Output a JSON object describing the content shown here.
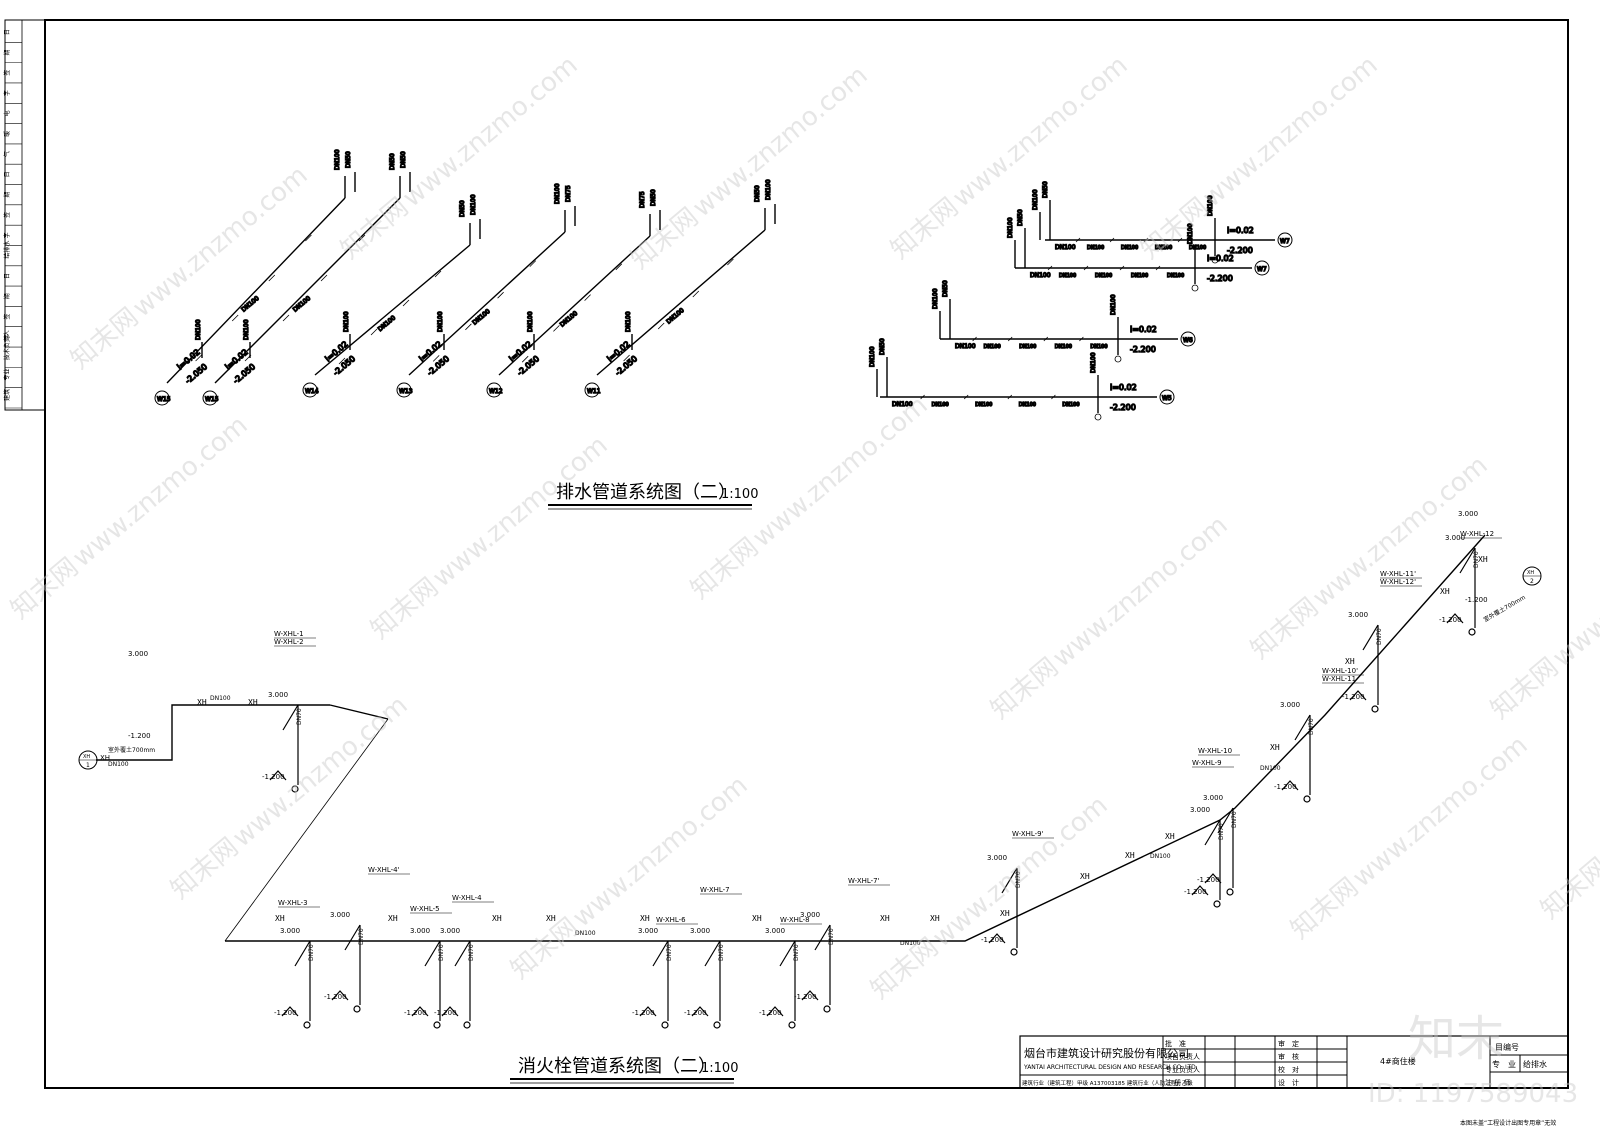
{
  "titles": {
    "drainage": "排水管道系统图（二）",
    "drainage_scale": "1:100",
    "hydrant": "消火栓管道系统图（二）",
    "hydrant_scale": "1:100"
  },
  "left_strip": {
    "cells": [
      "日",
      "期",
      "签",
      "字",
      "电",
      "暖",
      "气",
      "日",
      "期",
      "签",
      "字",
      "给排水",
      "日",
      "期",
      "签",
      "字",
      "技术负责人",
      "专业",
      "建筑"
    ]
  },
  "drainage_diag": {
    "risers": [
      {
        "tag": "W15",
        "slope": "i=0.02",
        "elev": "-2.050",
        "size": "DN100"
      },
      {
        "tag": "W15",
        "slope": "i=0.02",
        "elev": "-2.050",
        "size": "DN100"
      },
      {
        "tag": "W14",
        "slope": "i=0.02",
        "elev": "-2.050",
        "size": "DN100"
      },
      {
        "tag": "W13",
        "slope": "i=0.02",
        "elev": "-2.050",
        "size": "DN100"
      },
      {
        "tag": "W12",
        "slope": "i=0.02",
        "elev": "-2.050",
        "size": "DN100"
      },
      {
        "tag": "W11",
        "slope": "i=0.02",
        "elev": "-2.050",
        "size": "DN100"
      }
    ],
    "branch_sizes": [
      "DN100",
      "DN50",
      "DN50",
      "DN100",
      "DN75",
      "DN50"
    ],
    "horizontal": [
      {
        "tag": "W7",
        "slope": "i=0.02",
        "elev": "-2.200",
        "size": "DN100"
      },
      {
        "tag": "W7",
        "slope": "i=0.02",
        "elev": "-2.200",
        "size": "DN100"
      },
      {
        "tag": "W6",
        "slope": "i=0.02",
        "elev": "-2.200",
        "size": "DN100"
      },
      {
        "tag": "W5",
        "slope": "i=0.02",
        "elev": "-2.200",
        "size": "DN100"
      }
    ]
  },
  "hydrant_diag": {
    "pipe_label": "XH",
    "main_size": "DN100",
    "branch_size": "DN70",
    "top_elev": "3.000",
    "low_elev": "-1.200",
    "inlet_note": "室外覆土700mm",
    "inlet_tags": [
      {
        "top": "XH",
        "bot": "1"
      },
      {
        "top": "XH",
        "bot": "2"
      }
    ],
    "risers": [
      "W-XHL-1",
      "W-XHL-2",
      "W-XHL-3",
      "W-XHL-4'",
      "W-XHL-4",
      "W-XHL-5",
      "W-XHL-6",
      "W-XHL-7",
      "W-XHL-7'",
      "W-XHL-8",
      "W-XHL-9'",
      "W-XHL-9",
      "W-XHL-10",
      "W-XHL-10'",
      "W-XHL-11",
      "W-XHL-11'",
      "W-XHL-12'",
      "W-XHL-12"
    ]
  },
  "title_block": {
    "company_cn": "烟台市建筑设计研究股份有限公司",
    "company_en": "YANTAI ARCHITECTURAL DESIGN AND RESEARCH CO. LTD",
    "cert": "建筑行业（建筑工程）甲级 A137003185  建筑行业（人防工程）乙级",
    "roles_left": [
      "批　准",
      "项目负责人",
      "专业负责人",
      "注 册 师"
    ],
    "roles_mid": [
      "审　定",
      "审　核",
      "校　对",
      "设　计"
    ],
    "project_partial": "4#商住楼",
    "field_number": "目编号",
    "field_major": "专　业",
    "major_value": "给排水",
    "footer_note": "本图未盖“工程设计出图专用章”无效"
  },
  "watermark": {
    "site": "www.znzmo.com",
    "brand": "知末网",
    "logo": "知末",
    "id_text": "ID: 1197589043"
  }
}
